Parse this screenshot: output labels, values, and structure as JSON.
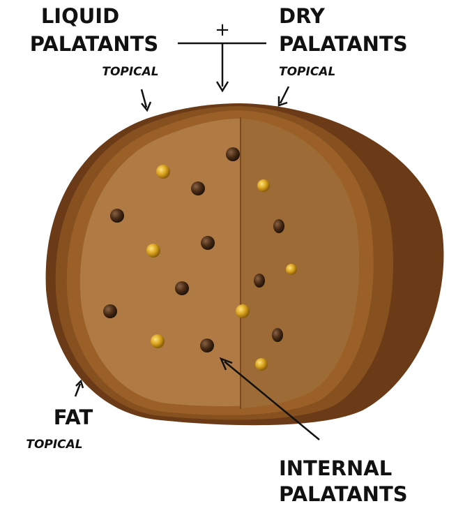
{
  "labels": {
    "liquid_line1": "LIQUID",
    "liquid_line2": "PALATANTS",
    "liquid_sub": "TOPICAL",
    "dry_line1": "DRY",
    "dry_line2": "PALATANTS",
    "dry_sub": "TOPICAL",
    "plus": "+",
    "fat_line1": "FAT",
    "fat_sub": "TOPICAL",
    "internal_line1": "INTERNAL",
    "internal_line2": "PALATANTS"
  },
  "colors": {
    "outer_shell": "#6b3a17",
    "fat_layer": "#8a5020",
    "dry_layer": "#9a6028",
    "core": "#b07a44",
    "right_face": "#9d6b35",
    "dark_specks": "#4a2d16",
    "gold_specks": "#d9a21e"
  }
}
